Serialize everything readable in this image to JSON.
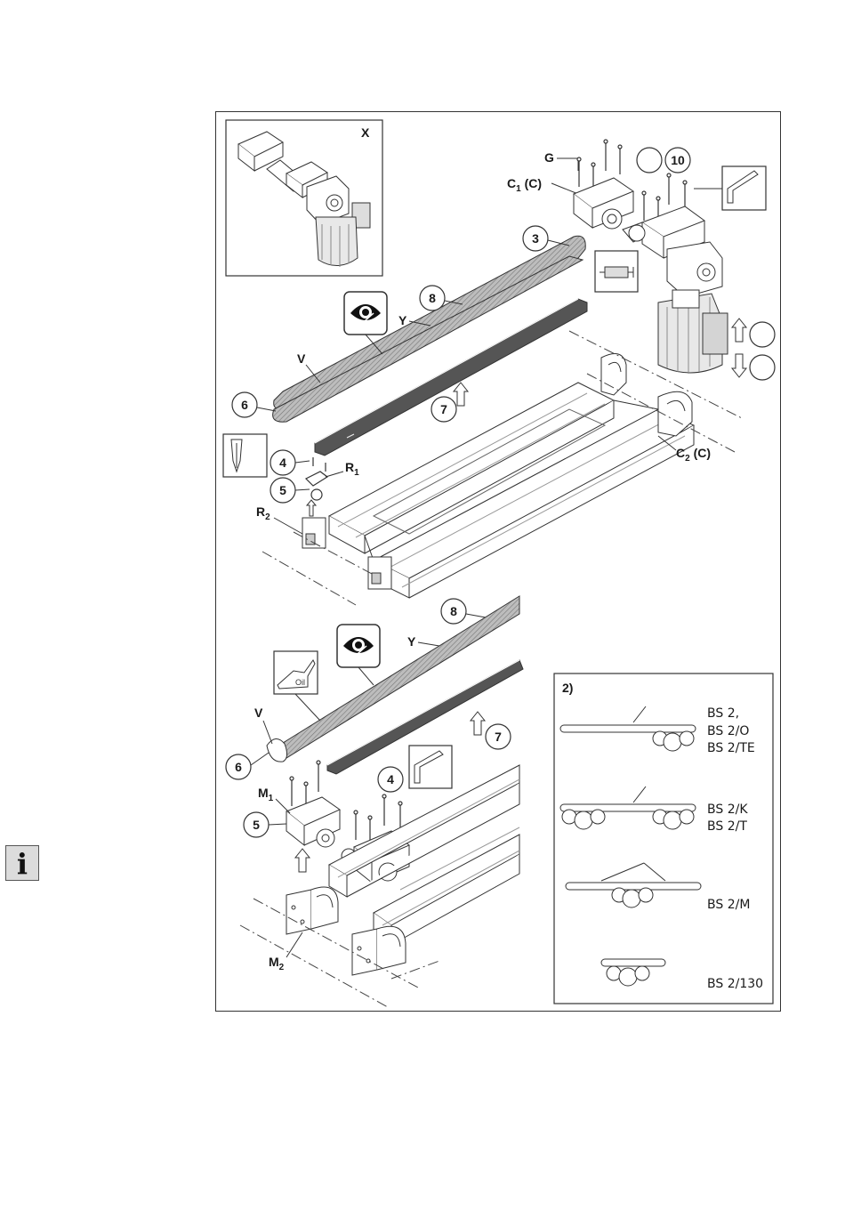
{
  "detail_x": {
    "label": "X"
  },
  "labels": {
    "G": "G",
    "C1_base": "C",
    "C1_sub": "1",
    "C1_suffix": " (C)",
    "C2_base": "C",
    "C2_sub": "2",
    "C2_suffix": " (C)",
    "V_top": "V",
    "Y_top": "Y",
    "R1_base": "R",
    "R1_sub": "1",
    "R2_base": "R",
    "R2_sub": "2",
    "V_bottom": "V",
    "Y_bottom": "Y",
    "M1_base": "M",
    "M1_sub": "1",
    "M2_base": "M",
    "M2_sub": "2"
  },
  "callouts": {
    "top_10": "10",
    "top_3": "3",
    "top_8": "8",
    "top_6": "6",
    "top_7": "7",
    "top_4": "4",
    "top_5": "5",
    "bottom_8": "8",
    "bottom_7": "7",
    "bottom_6": "6",
    "bottom_4": "4",
    "bottom_5": "5"
  },
  "oil_label": "Oil",
  "variants": {
    "note": "2)",
    "group1": [
      "BS 2,",
      "BS 2/O",
      "BS 2/TE"
    ],
    "group2": [
      "BS 2/K",
      "BS 2/T"
    ],
    "group3": [
      "BS 2/M"
    ],
    "group4": [
      "BS 2/130"
    ]
  },
  "info_icon": {
    "symbol": "i"
  }
}
